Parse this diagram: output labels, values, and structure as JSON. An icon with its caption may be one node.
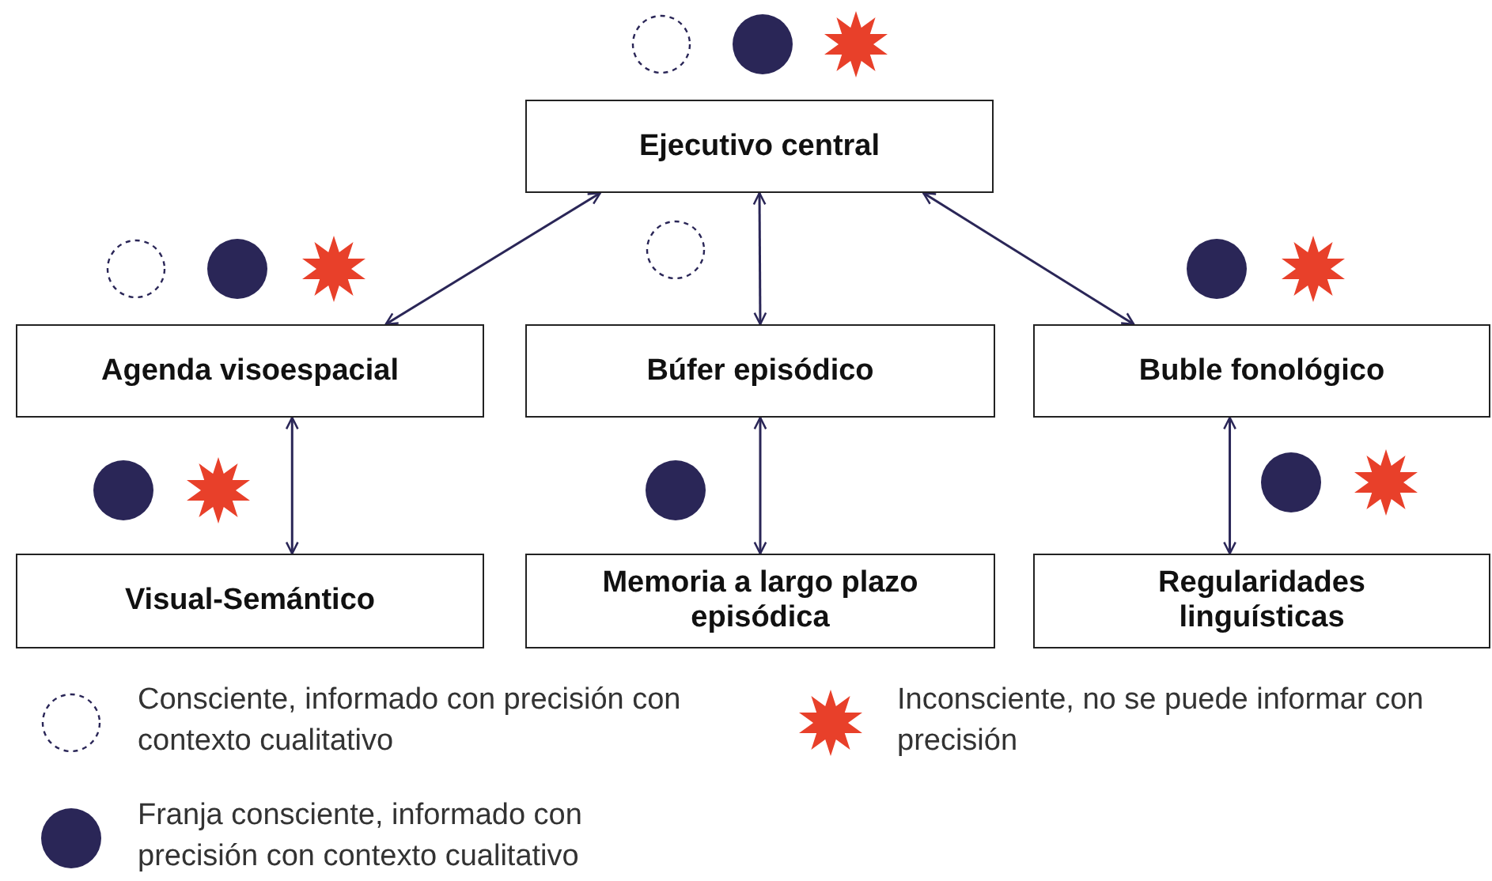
{
  "diagram": {
    "nodes": [
      {
        "text": [
          "Ejecutivo central"
        ]
      },
      {
        "text": [
          "Agenda visoespacial"
        ]
      },
      {
        "text": [
          "Búfer episódico"
        ]
      },
      {
        "text": [
          "Buble fonológico"
        ]
      },
      {
        "text": [
          "Visual-Semántico"
        ]
      },
      {
        "text": [
          "Memoria a largo plazo episódica"
        ]
      },
      {
        "text": [
          "Regularidades linguísticas"
        ]
      }
    ],
    "edges": [
      {
        "from": 0,
        "to": 1,
        "arrow": "both"
      },
      {
        "from": 0,
        "to": 2,
        "arrow": "both"
      },
      {
        "from": 0,
        "to": 3,
        "arrow": "both"
      },
      {
        "from": 1,
        "to": 4,
        "arrow": "both"
      },
      {
        "from": 2,
        "to": 5,
        "arrow": "both"
      },
      {
        "from": 3,
        "to": 6,
        "arrow": "both"
      }
    ],
    "legend": [
      {
        "text": "Consciente, informado con precisión con contexto cualitativo"
      },
      {
        "text": "Inconsciente, no se puede informar con precisión"
      },
      {
        "text": "Franja consciente, informado con precisión con contexto cualitativo"
      }
    ]
  }
}
